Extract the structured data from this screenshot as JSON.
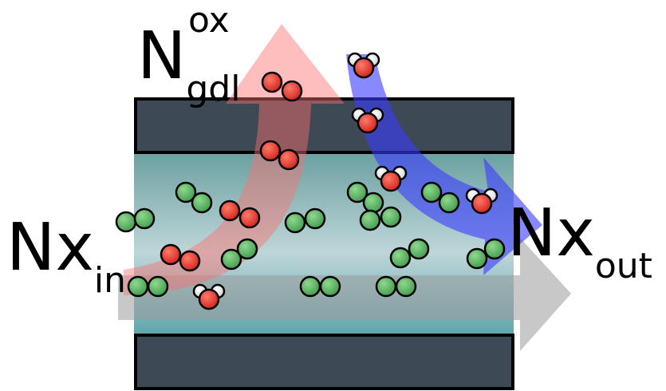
{
  "labels": {
    "nx_in_main": "Nx",
    "nx_in_sub": "in",
    "nx_out_main": "Nx",
    "nx_out_sub": "out",
    "ngdl_main": "N",
    "ngdl_sub": "gdl",
    "ngdl_sup": "ox"
  },
  "colors": {
    "plate": "#3d4a55",
    "channel_top": "#6fa3a3",
    "channel_mid": "#b9d3d5",
    "channel_bottom": "#5fa5ab",
    "arrow_oxygen": "#ff8080",
    "arrow_water": "#3333ff",
    "arrow_flow": "#999999",
    "molecule_nitrogen": "#4aa055",
    "molecule_oxygen": "#e02a20",
    "molecule_hydrogen": "#e8e8e8"
  }
}
